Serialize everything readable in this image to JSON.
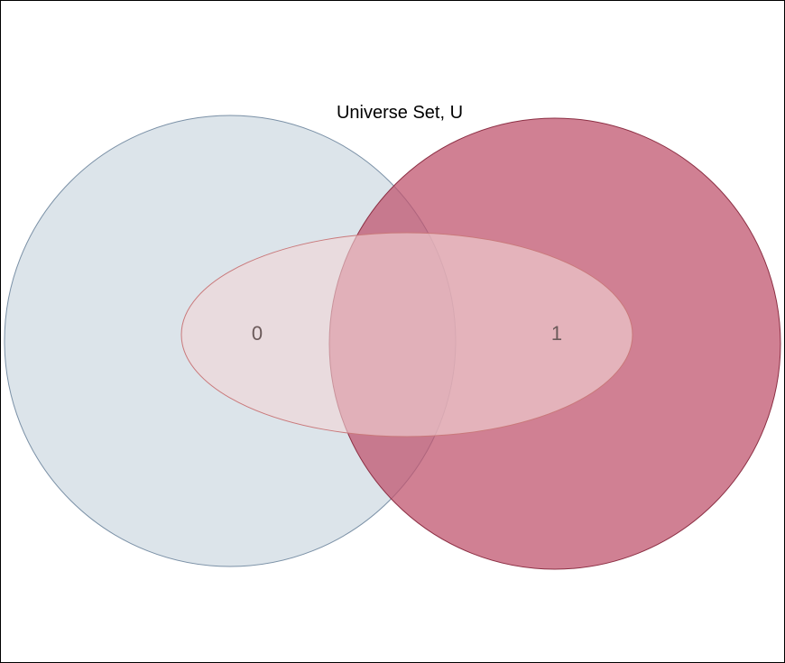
{
  "title": "Universe Set, U",
  "sets": [
    {
      "id": "left-set",
      "fill": "#c9d5de",
      "stroke": "#7a90a6"
    },
    {
      "id": "right-set",
      "fill": "#c0566f",
      "stroke": "#8c2f44"
    },
    {
      "id": "center-set",
      "fill": "#f2d6d6",
      "stroke": "#c9787a"
    }
  ],
  "labels": {
    "left": "0",
    "right": "1"
  }
}
